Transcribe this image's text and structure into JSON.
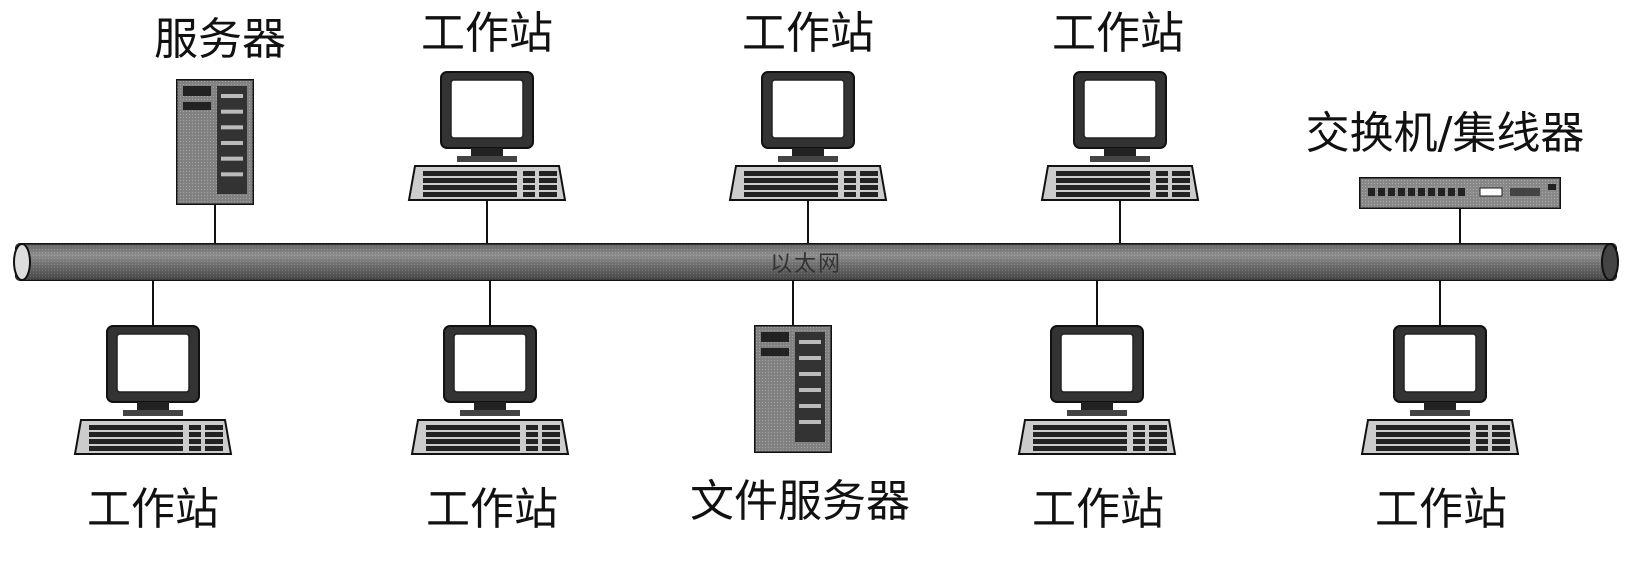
{
  "network": {
    "bus_label": "以太网",
    "top": [
      {
        "label": "服务器",
        "kind": "server-icon"
      },
      {
        "label": "工作站",
        "kind": "workstation-icon"
      },
      {
        "label": "工作站",
        "kind": "workstation-icon"
      },
      {
        "label": "工作站",
        "kind": "workstation-icon"
      },
      {
        "label": "交换机/集线器",
        "kind": "switch-hub-icon"
      }
    ],
    "bottom": [
      {
        "label": "工作站",
        "kind": "workstation-icon"
      },
      {
        "label": "工作站",
        "kind": "workstation-icon"
      },
      {
        "label": "文件服务器",
        "kind": "server-icon"
      },
      {
        "label": "工作站",
        "kind": "workstation-icon"
      },
      {
        "label": "工作站",
        "kind": "workstation-icon"
      }
    ]
  }
}
